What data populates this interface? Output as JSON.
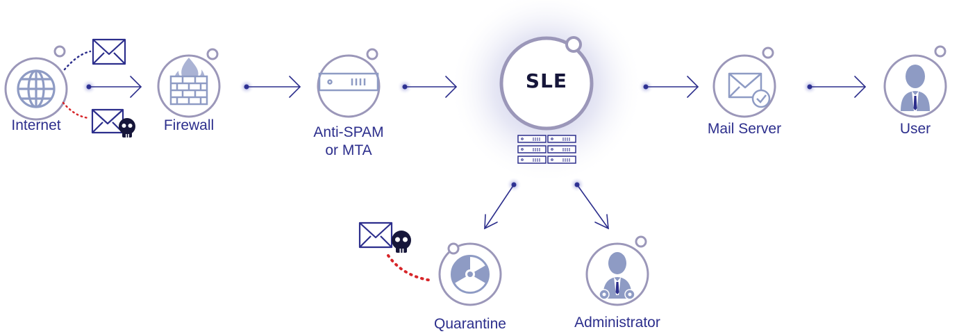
{
  "nodes": {
    "internet": "Internet",
    "firewall": "Firewall",
    "antispam_line1": "Anti-SPAM",
    "antispam_line2": "or MTA",
    "sle": "SLE",
    "mail_server": "Mail Server",
    "user": "User",
    "quarantine": "Quarantine",
    "administrator": "Administrator"
  },
  "colors": {
    "ring": "#9b97b9",
    "text": "#2c2e8c",
    "icon": "#8e9bc4",
    "arrow": "#2c2e8c",
    "dot": "#2f3395",
    "danger": "#d7262a",
    "skull": "#16163a"
  },
  "icons": [
    "globe-icon",
    "envelope-icon",
    "skull-icon",
    "firewall-icon",
    "appliance-icon",
    "server-rack-icon",
    "mail-check-icon",
    "user-icon",
    "radiation-icon",
    "admin-icon"
  ]
}
